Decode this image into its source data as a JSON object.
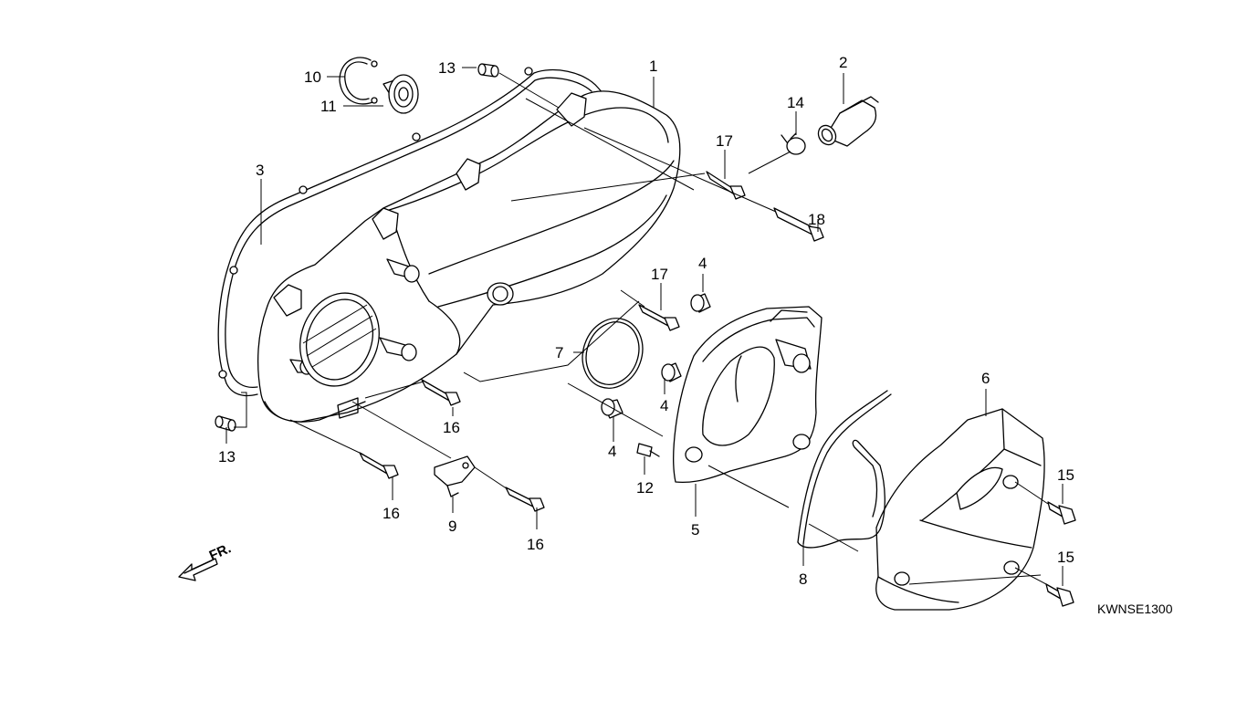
{
  "diagram": {
    "code": "KWNSE1300",
    "direction_label": "FR.",
    "callouts": [
      {
        "id": "c1",
        "text": "1"
      },
      {
        "id": "c2",
        "text": "2"
      },
      {
        "id": "c3",
        "text": "3"
      },
      {
        "id": "c4a",
        "text": "4"
      },
      {
        "id": "c4b",
        "text": "4"
      },
      {
        "id": "c4c",
        "text": "4"
      },
      {
        "id": "c5",
        "text": "5"
      },
      {
        "id": "c6",
        "text": "6"
      },
      {
        "id": "c7",
        "text": "7"
      },
      {
        "id": "c8",
        "text": "8"
      },
      {
        "id": "c9",
        "text": "9"
      },
      {
        "id": "c10",
        "text": "10"
      },
      {
        "id": "c11",
        "text": "11"
      },
      {
        "id": "c12",
        "text": "12"
      },
      {
        "id": "c13a",
        "text": "13"
      },
      {
        "id": "c13b",
        "text": "13"
      },
      {
        "id": "c14",
        "text": "14"
      },
      {
        "id": "c15a",
        "text": "15"
      },
      {
        "id": "c15b",
        "text": "15"
      },
      {
        "id": "c16a",
        "text": "16"
      },
      {
        "id": "c16b",
        "text": "16"
      },
      {
        "id": "c16c",
        "text": "16"
      },
      {
        "id": "c17a",
        "text": "17"
      },
      {
        "id": "c17b",
        "text": "17"
      },
      {
        "id": "c18",
        "text": "18"
      }
    ]
  }
}
